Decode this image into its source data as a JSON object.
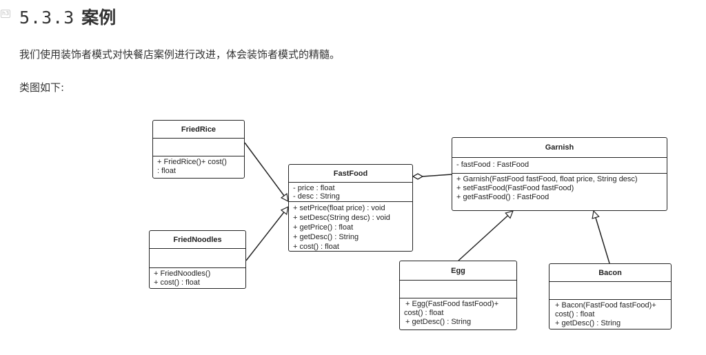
{
  "heading": {
    "badge": "h3",
    "number": "5.3.3",
    "text": "案例"
  },
  "intro": "我们使用装饰者模式对快餐店案例进行改进，体会装饰者模式的精髓。",
  "caption": "类图如下:",
  "diagram": {
    "fried_rice": {
      "name": "FriedRice",
      "attributes": [],
      "methods": [
        "+ FriedRice()+ cost()",
        ": float"
      ]
    },
    "fried_noodles": {
      "name": "FriedNoodles",
      "attributes": [],
      "methods": [
        "+ FriedNoodles()",
        "+ cost() : float"
      ]
    },
    "fast_food": {
      "name": "FastFood",
      "attributes": [
        "- price : float",
        "- desc : String"
      ],
      "methods": [
        "+ setPrice(float price) : void",
        "+ setDesc(String desc) : void",
        "+ getPrice() : float",
        "+ getDesc() : String",
        "+ cost() : float"
      ]
    },
    "garnish": {
      "name": "Garnish",
      "attributes": [
        "- fastFood : FastFood"
      ],
      "methods": [
        "+ Garnish(FastFood fastFood, float price, String desc)",
        "+ setFastFood(FastFood fastFood)",
        "+ getFastFood() : FastFood"
      ]
    },
    "egg": {
      "name": "Egg",
      "attributes": [],
      "methods": [
        "+ Egg(FastFood fastFood)+",
        "cost() : float",
        "+ getDesc() : String"
      ]
    },
    "bacon": {
      "name": "Bacon",
      "attributes": [],
      "methods": [
        "+ Bacon(FastFood fastFood)+",
        "cost() : float",
        "+ getDesc() : String"
      ]
    }
  }
}
